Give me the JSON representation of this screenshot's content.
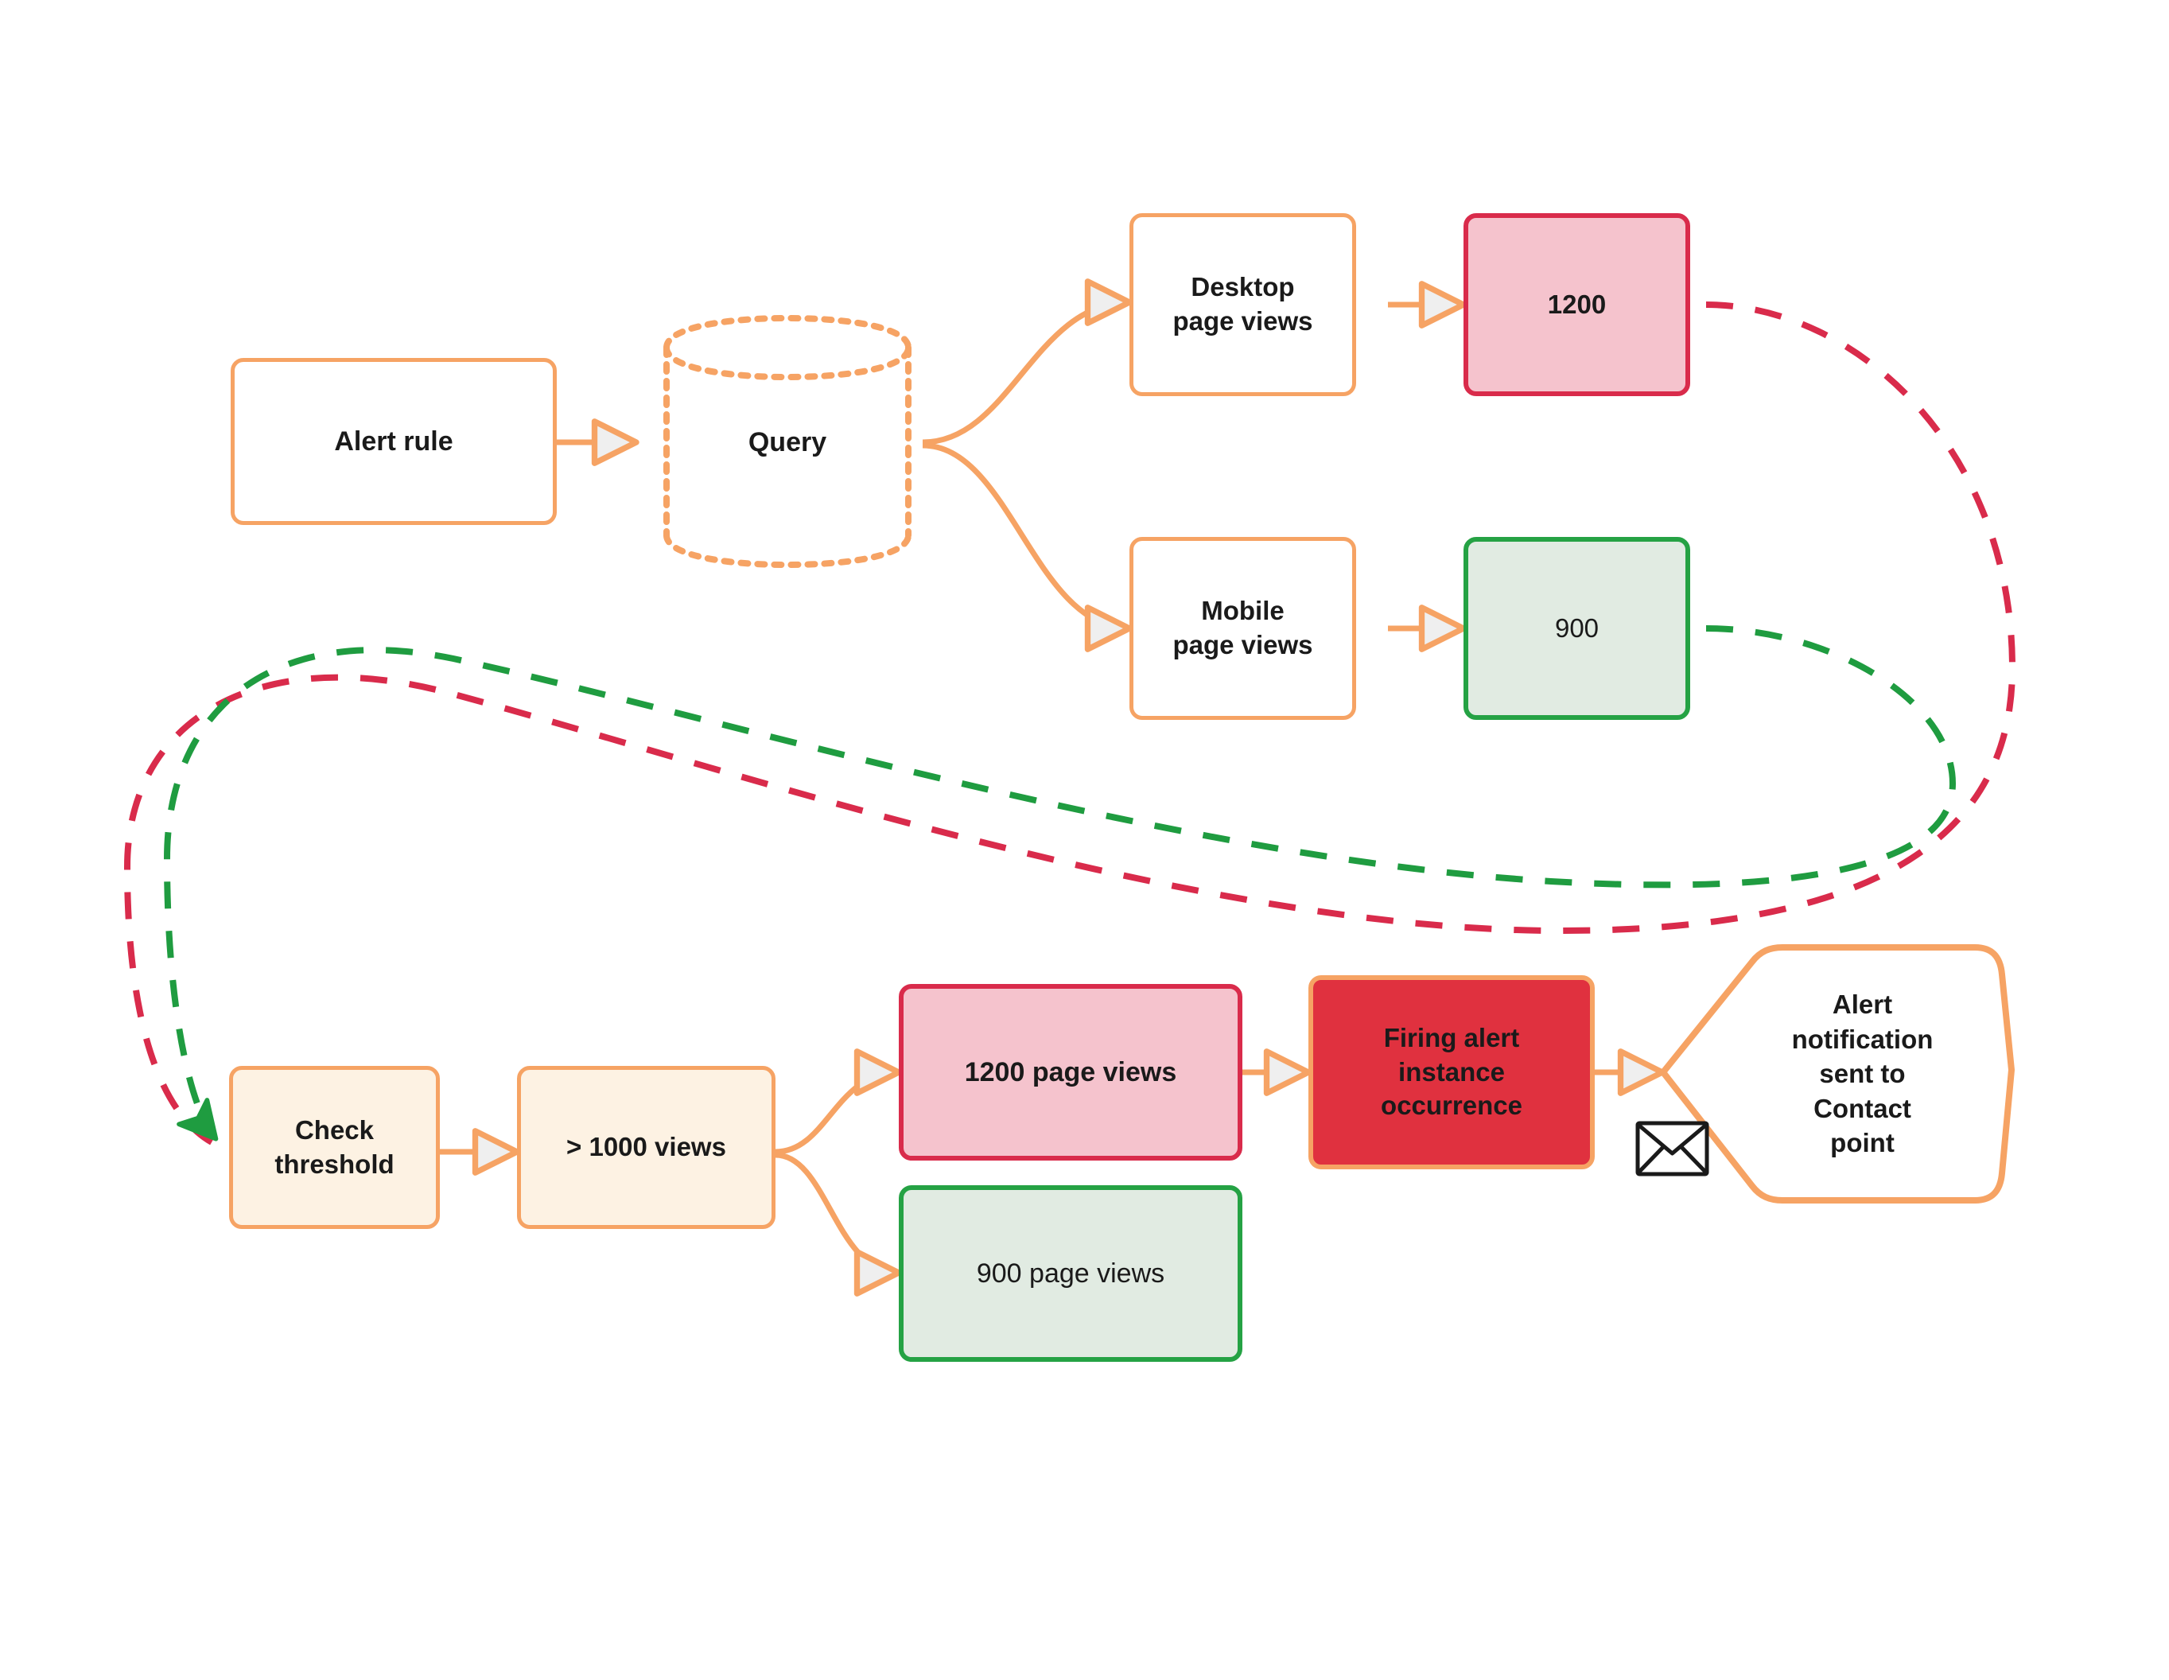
{
  "diagram": {
    "title": "Grafana alert rule evaluation flow",
    "type": "flowchart",
    "background": "#ffffff",
    "colors": {
      "orange": "#f6a364",
      "cream": "#fdf2e3",
      "pink_fill": "#f5c3cd",
      "crimson": "#d92b4b",
      "green": "#25a244",
      "green_fill": "#e1ebe2",
      "red_fill": "#e0313f",
      "text": "#1a1a1a",
      "arrowhead_fill": "#efefef"
    }
  },
  "nodes": {
    "alert_rule": {
      "label": "Alert rule",
      "shape": "rounded-rect",
      "style": "orange-outline"
    },
    "query": {
      "label": "Query",
      "shape": "cylinder",
      "style": "orange-dotted"
    },
    "desktop_page_views": {
      "label": "Desktop\npage views",
      "shape": "rounded-rect",
      "style": "orange-outline"
    },
    "mobile_page_views": {
      "label": "Mobile\npage views",
      "shape": "rounded-rect",
      "style": "orange-outline"
    },
    "value_1200": {
      "label": "1200",
      "shape": "rounded-rect",
      "style": "pink",
      "weight": "bold"
    },
    "value_900": {
      "label": "900",
      "shape": "rounded-rect",
      "style": "green",
      "weight": "regular"
    },
    "check_threshold": {
      "label": "Check\nthreshold",
      "shape": "rounded-rect",
      "style": "cream"
    },
    "threshold_condition": {
      "label": "> 1000 views",
      "shape": "rounded-rect",
      "style": "cream"
    },
    "result_1200": {
      "label": "1200 page views",
      "shape": "rounded-rect",
      "style": "pink",
      "weight": "bold"
    },
    "result_900": {
      "label": "900 page views",
      "shape": "rounded-rect",
      "style": "green",
      "weight": "regular"
    },
    "firing_alert": {
      "label": "Firing alert\ninstance\noccurrence",
      "shape": "rounded-rect",
      "style": "red-fill"
    },
    "notification": {
      "label": "Alert\nnotification\nsent to\nContact\npoint",
      "shape": "pentagon",
      "style": "orange-outline"
    }
  },
  "icons": {
    "envelope": "envelope-icon"
  },
  "edges": [
    {
      "from": "alert_rule",
      "to": "query",
      "style": "solid",
      "color": "#f6a364"
    },
    {
      "from": "query",
      "to": "desktop_page_views",
      "style": "solid",
      "color": "#f6a364"
    },
    {
      "from": "query",
      "to": "mobile_page_views",
      "style": "solid",
      "color": "#f6a364"
    },
    {
      "from": "desktop_page_views",
      "to": "value_1200",
      "style": "solid",
      "color": "#f6a364"
    },
    {
      "from": "mobile_page_views",
      "to": "value_900",
      "style": "solid",
      "color": "#f6a364"
    },
    {
      "from": "value_1200",
      "to": "check_threshold",
      "style": "dashed",
      "color": "#d92b4b"
    },
    {
      "from": "value_900",
      "to": "check_threshold",
      "style": "dashed",
      "color": "#1f9c40"
    },
    {
      "from": "check_threshold",
      "to": "threshold_condition",
      "style": "solid",
      "color": "#f6a364"
    },
    {
      "from": "threshold_condition",
      "to": "result_1200",
      "style": "solid",
      "color": "#f6a364"
    },
    {
      "from": "threshold_condition",
      "to": "result_900",
      "style": "solid",
      "color": "#f6a364"
    },
    {
      "from": "result_1200",
      "to": "firing_alert",
      "style": "solid",
      "color": "#f6a364"
    },
    {
      "from": "firing_alert",
      "to": "notification",
      "style": "solid",
      "color": "#f6a364"
    }
  ]
}
